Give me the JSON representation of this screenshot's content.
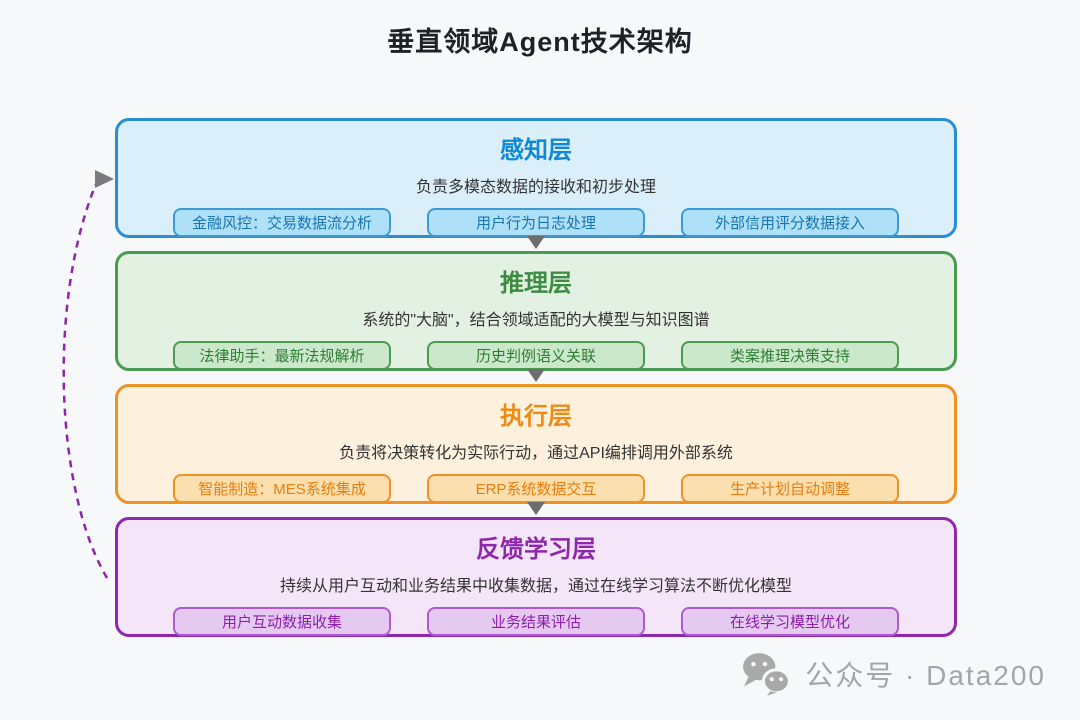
{
  "page": {
    "title": "垂直领域Agent技术架构",
    "background": "#f6f8fa"
  },
  "diagram": {
    "flow_arrow_color": "#6d6d6d",
    "feedback_arrow_color": "#8e24aa",
    "feedback_arrowhead_color": "#7a7a7a"
  },
  "layers": [
    {
      "id": "perception",
      "title": "感知层",
      "description": "负责多模态数据的接收和初步处理",
      "tags": [
        "金融风控：交易数据流分析",
        "用户行为日志处理",
        "外部信用评分数据接入"
      ],
      "colors": {
        "border": "#2a8ed5",
        "bg": "#dbeffb",
        "title": "#0f89d4",
        "tag_bg": "#aee1f8",
        "tag_border": "#3c9bd5",
        "tag_text": "#1a74b0"
      }
    },
    {
      "id": "reasoning",
      "title": "推理层",
      "description": "系统的\"大脑\"，结合领域适配的大模型与知识图谱",
      "tags": [
        "法律助手：最新法规解析",
        "历史判例语义关联",
        "类案推理决策支持"
      ],
      "colors": {
        "border": "#4a9b50",
        "bg": "#e3f1e3",
        "title": "#3c8d41",
        "tag_bg": "#cbe8cb",
        "tag_border": "#4a9b50",
        "tag_text": "#2f7d35"
      }
    },
    {
      "id": "execution",
      "title": "执行层",
      "description": "负责将决策转化为实际行动，通过API编排调用外部系统",
      "tags": [
        "智能制造：MES系统集成",
        "ERP系统数据交互",
        "生产计划自动调整"
      ],
      "colors": {
        "border": "#ef9224",
        "bg": "#fdf1de",
        "title": "#ee8b14",
        "tag_bg": "#fbdfae",
        "tag_border": "#ef9224",
        "tag_text": "#e67e0f"
      }
    },
    {
      "id": "feedback-learning",
      "title": "反馈学习层",
      "description": "持续从用户互动和业务结果中收集数据，通过在线学习算法不断优化模型",
      "tags": [
        "用户互动数据收集",
        "业务结果评估",
        "在线学习模型优化"
      ],
      "colors": {
        "border": "#8f27ad",
        "bg": "#f4e6f8",
        "title": "#8f27ad",
        "tag_bg": "#e6c9f0",
        "tag_border": "#ad5bcd",
        "tag_text": "#8b1fae"
      }
    }
  ],
  "footer": {
    "wechat_label": "公众号 · Data200",
    "icon_color": "#a9a9a9",
    "text_color": "#a2a6ab"
  }
}
